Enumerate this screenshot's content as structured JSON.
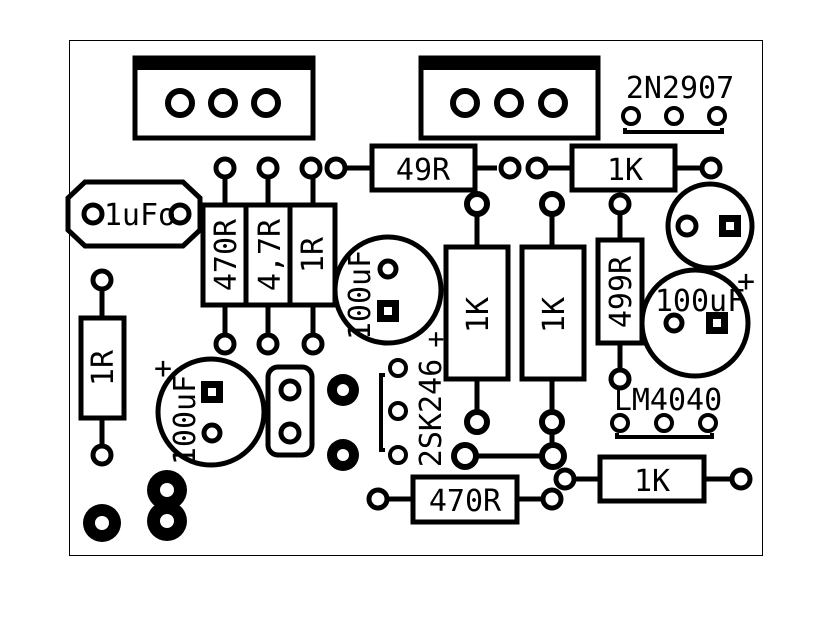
{
  "labels": {
    "r_49r": "49R",
    "r_1k_top": "1K",
    "q_2n2907": "2N2907",
    "c_1uf": "1uFo",
    "r_470r_v": "470R",
    "r_4_7r": "4,7R",
    "r_1r_v": "1R",
    "c_100uf_mid": "100uF",
    "r_1k_a": "1K",
    "r_1k_b": "1K",
    "r_499r": "499R",
    "c_100uf_right": "100uF",
    "plus_right": "+",
    "r_1r_left": "1R",
    "c_100uf_left": "100uF",
    "plus_left": "+",
    "q_2sk246": "2SK246",
    "plus_jfet": "+",
    "ic_lm4040": "LM4040",
    "r_1k_bottom": "1K",
    "r_470r_bottom": "470R"
  }
}
